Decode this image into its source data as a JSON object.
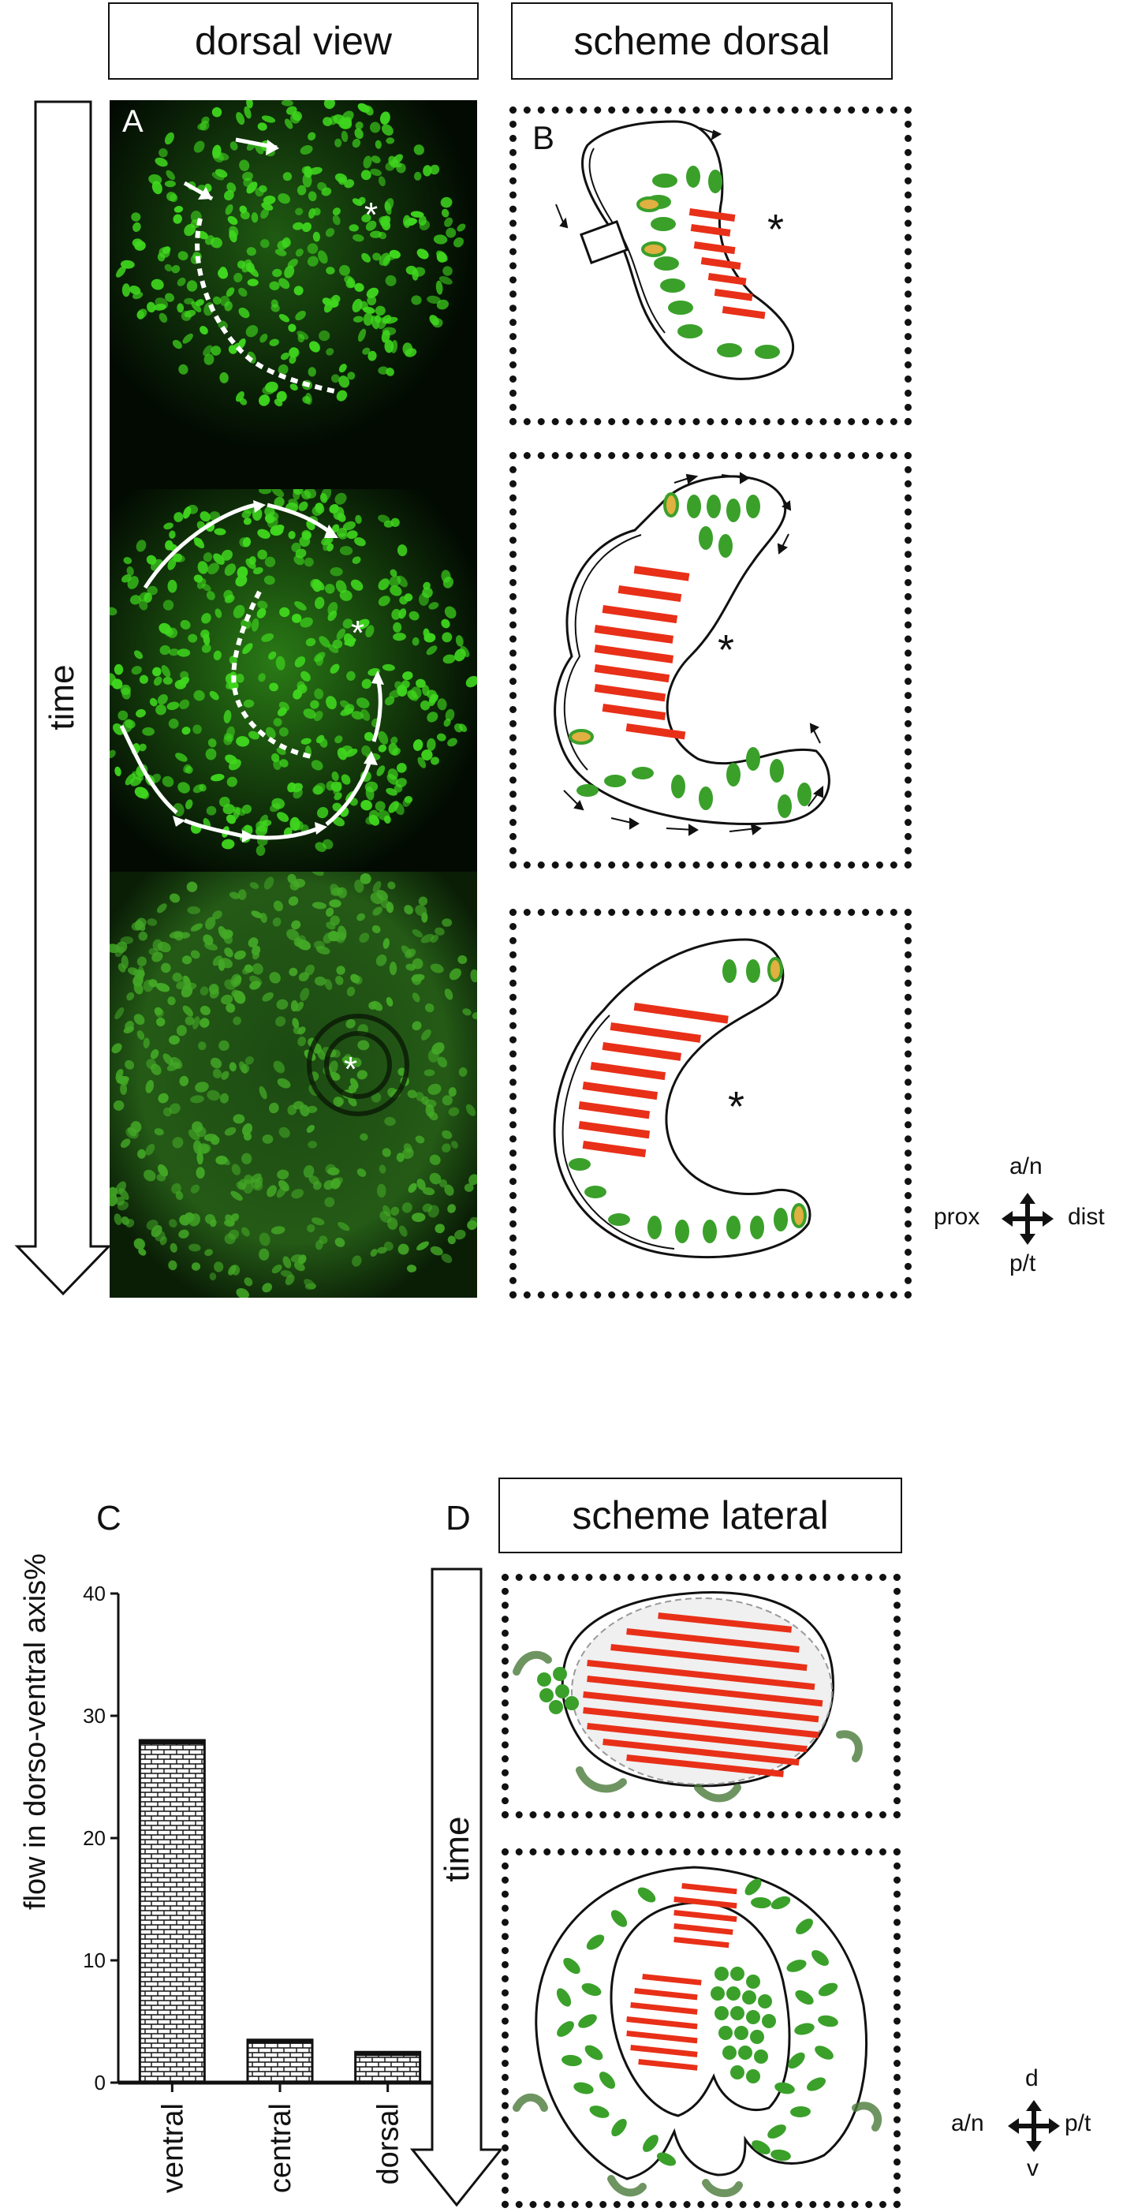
{
  "panelA": {
    "letter": "A",
    "title": "dorsal view"
  },
  "panelB": {
    "letter": "B",
    "title": "scheme dorsal"
  },
  "panelC": {
    "letter": "C"
  },
  "panelD": {
    "letter": "D",
    "title": "scheme lateral"
  },
  "time_label": "time",
  "asterisk": "*",
  "compass_dorsal": {
    "up": "a/n",
    "down": "p/t",
    "left": "prox",
    "right": "dist"
  },
  "compass_lateral": {
    "up": "d",
    "down": "v",
    "left": "a/n",
    "right": "p/t"
  },
  "colors": {
    "fluorescence": "#3fd61e",
    "cell_green": "#3aa02a",
    "bar_red": "#e83018",
    "outline": "#111111"
  },
  "chart_data": {
    "type": "bar",
    "categories": [
      "ventral",
      "central",
      "dorsal"
    ],
    "values": [
      28,
      3.5,
      2.5
    ],
    "ylabel": "flow in dorso-ventral axis%",
    "xlabel": "",
    "ylim": [
      0,
      40
    ],
    "yticks": [
      0,
      10,
      20,
      30,
      40
    ],
    "pattern": "brick hatch"
  }
}
